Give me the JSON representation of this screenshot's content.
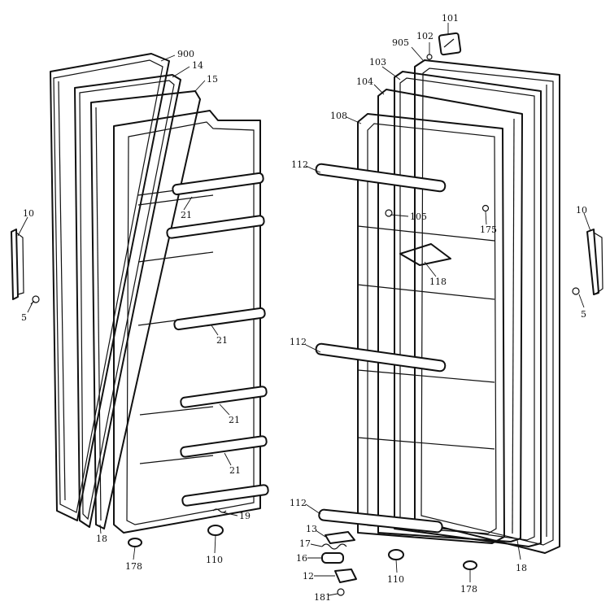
{
  "diagram": {
    "callouts": {
      "c900": "900",
      "c14": "14",
      "c15": "15",
      "c10_left": "10",
      "c5_left": "5",
      "c21_a": "21",
      "c21_b": "21",
      "c21_c": "21",
      "c21_d": "21",
      "c18_left": "18",
      "c178_left": "178",
      "c110_left": "110",
      "c19": "19",
      "c101": "101",
      "c102": "102",
      "c905": "905",
      "c103": "103",
      "c104": "104",
      "c108": "108",
      "c112_a": "112",
      "c105": "105",
      "c175": "175",
      "c118": "118",
      "c112_b": "112",
      "c112_c": "112",
      "c10_right": "10",
      "c5_right": "5",
      "c13": "13",
      "c17": "17",
      "c16": "16",
      "c12": "12",
      "c181": "181",
      "c110_right": "110",
      "c178_right": "178",
      "c18_right": "18"
    }
  }
}
